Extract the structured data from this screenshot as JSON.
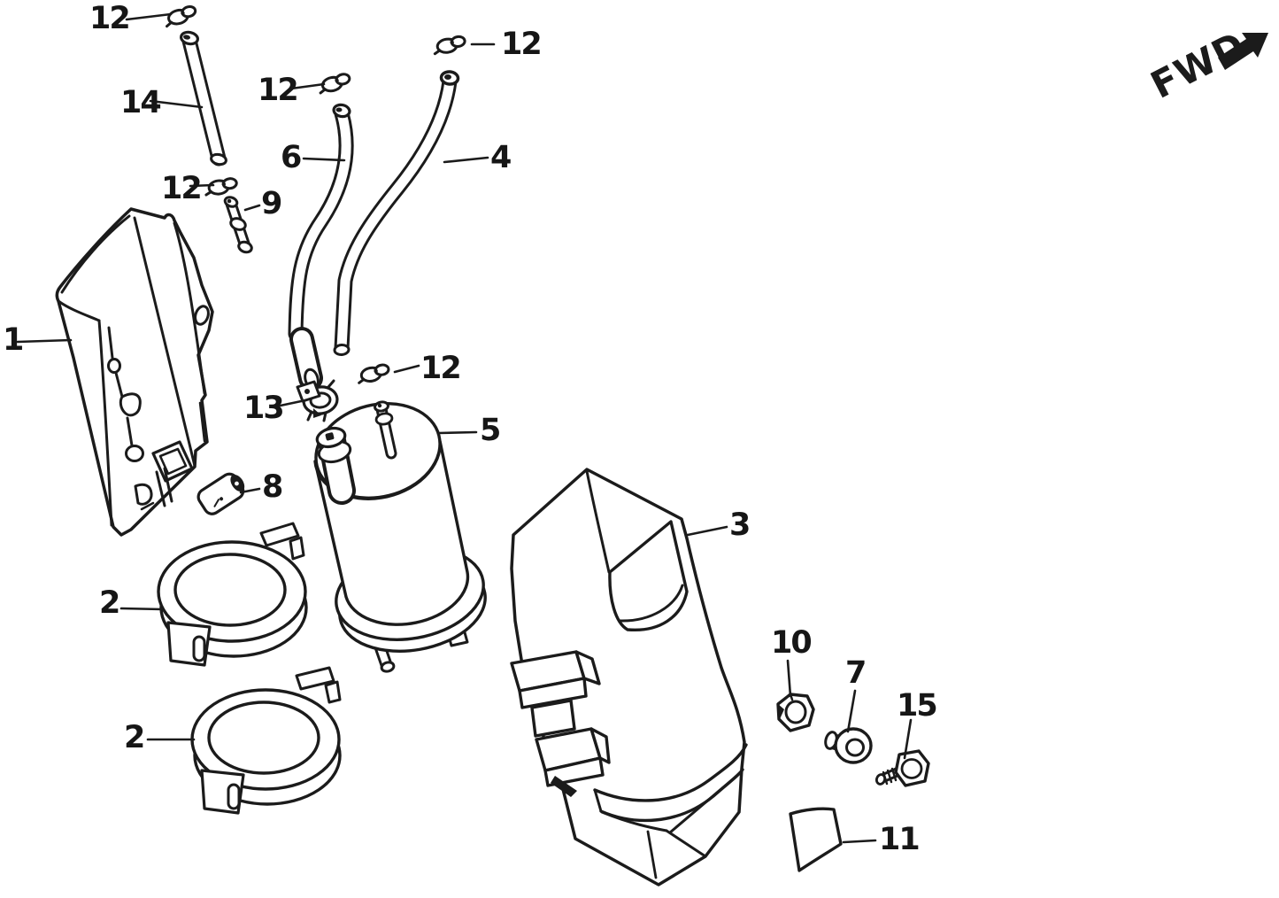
{
  "page": {
    "background": "#ffffff",
    "ink": "#1b1b1b"
  },
  "orientation_marker": {
    "label": "FWD"
  },
  "callouts": [
    {
      "label": "12",
      "part": "tube-clip"
    },
    {
      "label": "14",
      "part": "tube"
    },
    {
      "label": "12",
      "part": "tube-clip"
    },
    {
      "label": "12",
      "part": "tube-clip"
    },
    {
      "label": "6",
      "part": "fuel-hose"
    },
    {
      "label": "4",
      "part": "fuel-hose"
    },
    {
      "label": "12",
      "part": "tube-clip"
    },
    {
      "label": "9",
      "part": "joint-fitting"
    },
    {
      "label": "1",
      "part": "bracket"
    },
    {
      "label": "13",
      "part": "hose-clamp"
    },
    {
      "label": "12",
      "part": "tube-clip"
    },
    {
      "label": "5",
      "part": "fuel-pump"
    },
    {
      "label": "8",
      "part": "cushion"
    },
    {
      "label": "2",
      "part": "mounting-ring"
    },
    {
      "label": "2",
      "part": "mounting-ring"
    },
    {
      "label": "3",
      "part": "pump-cover"
    },
    {
      "label": "10",
      "part": "nut"
    },
    {
      "label": "7",
      "part": "grommet"
    },
    {
      "label": "15",
      "part": "flange-bolt"
    },
    {
      "label": "11",
      "part": "label-pad"
    }
  ]
}
